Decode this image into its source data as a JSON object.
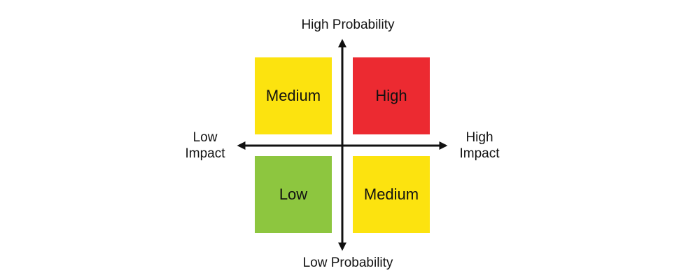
{
  "axes": {
    "top_label": "High Probability",
    "bottom_label": "Low Probability",
    "left_label": [
      "Low",
      "Impact"
    ],
    "right_label": [
      "High",
      "Impact"
    ]
  },
  "quadrants": {
    "top_left": {
      "label": "Medium",
      "color": "#FCE30F"
    },
    "top_right": {
      "label": "High",
      "color": "#EC2A31"
    },
    "bottom_left": {
      "label": "Low",
      "color": "#8DC63F"
    },
    "bottom_right": {
      "label": "Medium",
      "color": "#FCE30F"
    }
  },
  "colors": {
    "axis": "#111111",
    "background": "#FFFFFF"
  }
}
